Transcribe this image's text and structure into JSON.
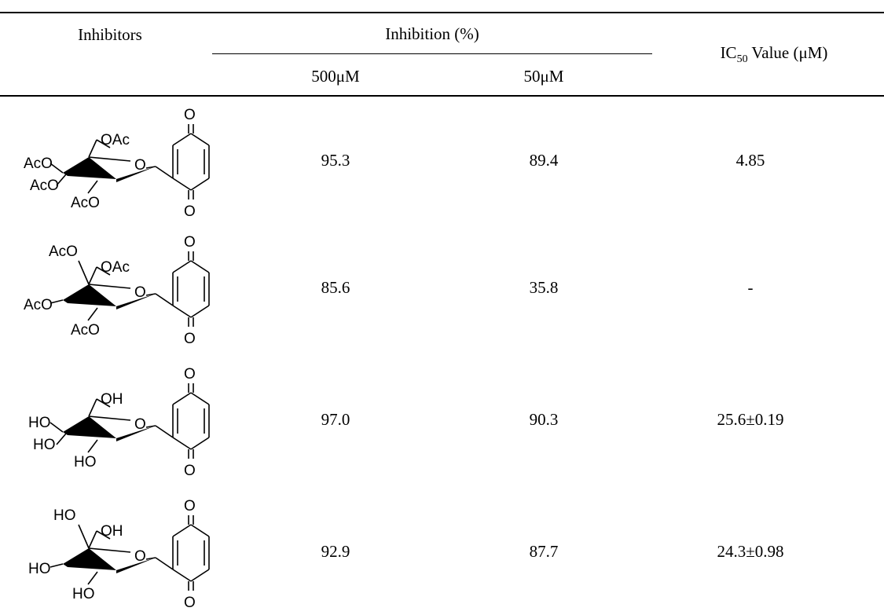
{
  "table": {
    "headers": {
      "inhibitors": "Inhibitors",
      "inhibition": "Inhibition (%)",
      "c500": "500μM",
      "c50": "50μM",
      "ic50_prefix": "IC",
      "ic50_sub": "50",
      "ic50_suffix": " Value (μM)"
    },
    "rows": [
      {
        "labels": {
          "ome": "OAc",
          "o": "O",
          "r1": "AcO",
          "r2": "AcO",
          "r3": "AcO",
          "ring_o_top": "O",
          "ring_o_bot": "O"
        },
        "v500": "95.3",
        "v50": "89.4",
        "ic50": "4.85"
      },
      {
        "labels": {
          "ome": "OAc",
          "o": "O",
          "r1": "AcO",
          "r2": "AcO",
          "r3": "AcO",
          "ring_o_top": "O",
          "ring_o_bot": "O"
        },
        "v500": "85.6",
        "v50": "35.8",
        "ic50": "-"
      },
      {
        "labels": {
          "ome": "OH",
          "o": "O",
          "r1": "HO",
          "r2": "HO",
          "r3": "HO",
          "ring_o_top": "O",
          "ring_o_bot": "O"
        },
        "v500": "97.0",
        "v50": "90.3",
        "ic50": "25.6±0.19"
      },
      {
        "labels": {
          "ome": "OH",
          "o": "O",
          "r1": "HO",
          "r2": "HO",
          "r3": "HO",
          "ring_o_top": "O",
          "ring_o_bot": "O"
        },
        "v500": "92.9",
        "v50": "87.7",
        "ic50": "24.3±0.98"
      }
    ]
  }
}
